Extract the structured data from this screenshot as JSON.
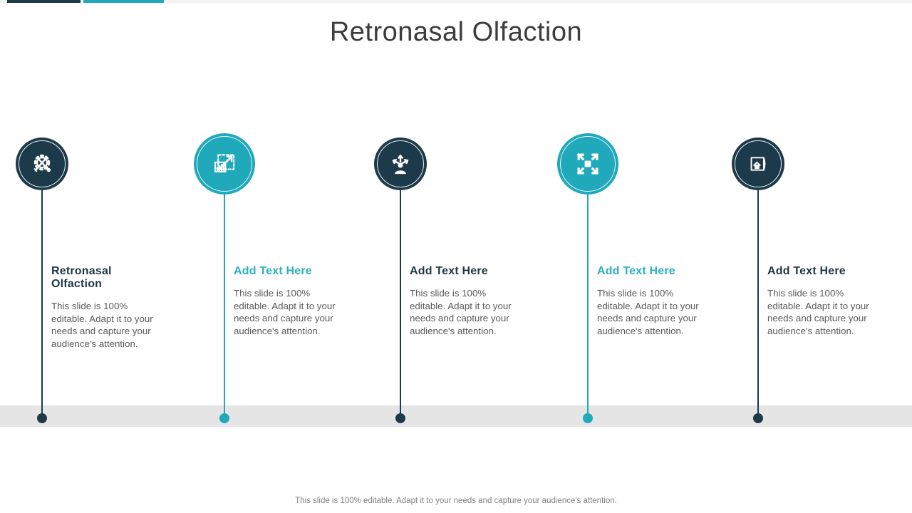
{
  "slide": {
    "title": "Retronasal Olfaction",
    "footer": "This slide is 100% editable. Adapt it to your needs and capture your audience's attention."
  },
  "colors": {
    "accent_dark": "#1D3A4B",
    "accent_teal": "#20A9BB",
    "heading_dark": "#1E3744",
    "heading_teal": "#2BAFC0",
    "body_text": "#5A5A5A",
    "footer_text": "#818181",
    "track_gray": "#E5E5E5",
    "title_text": "#3C3C3C",
    "topbar_light": "#F2F2F2"
  },
  "timeline": {
    "items": [
      {
        "heading": "Retronasal Olfaction",
        "body": "This slide is 100% editable. Adapt it to your needs and capture your audience's attention.",
        "icon": "gear-tools-icon",
        "theme": "dark"
      },
      {
        "heading": "Add Text Here",
        "body": "This slide is 100% editable. Adapt it to your needs and capture your audience's attention.",
        "icon": "growth-chart-icon",
        "theme": "teal"
      },
      {
        "heading": "Add Text Here",
        "body": "This slide is 100% editable. Adapt it to your needs and capture your audience's attention.",
        "icon": "decision-person-icon",
        "theme": "dark"
      },
      {
        "heading": "Add Text Here",
        "body": "This slide is 100% editable. Adapt it to your needs and capture your audience's attention.",
        "icon": "expand-arrows-icon",
        "theme": "teal"
      },
      {
        "heading": "Add Text Here",
        "body": "This slide is 100% editable. Adapt it to your needs and capture your audience's attention.",
        "icon": "blueprint-document-icon",
        "theme": "dark"
      }
    ]
  }
}
